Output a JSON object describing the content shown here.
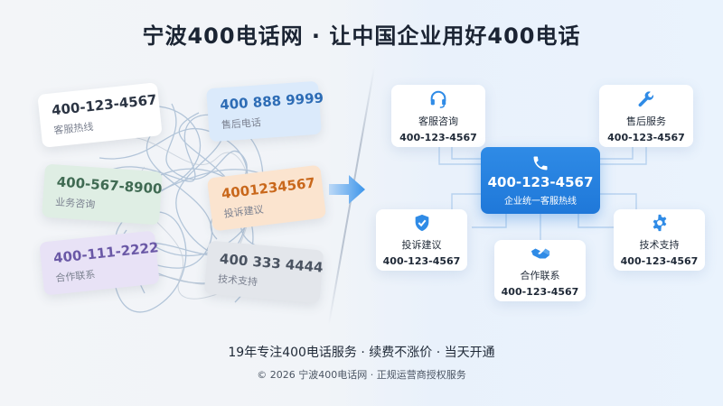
{
  "header": {
    "title": "宁波400电话网 · 让中国企业用好400电话"
  },
  "left_cards": [
    {
      "number": "400-123-4567",
      "label": "客服热线"
    },
    {
      "number": "400 888 9999",
      "label": "售后电话"
    },
    {
      "number": "400-567-8900",
      "label": "业务咨询"
    },
    {
      "number": "4001234567",
      "label": "投诉建议"
    },
    {
      "number": "400-111-2222",
      "label": "合作联系"
    },
    {
      "number": "400 333 4444",
      "label": "技术支持"
    }
  ],
  "hub": {
    "number": "400-123-4567",
    "label": "企业统一客服热线",
    "icon": "phone-icon"
  },
  "nodes": [
    {
      "label": "客服咨询",
      "number": "400-123-4567",
      "icon": "headset-icon"
    },
    {
      "label": "售后服务",
      "number": "400-123-4567",
      "icon": "wrench-icon"
    },
    {
      "label": "投诉建议",
      "number": "400-123-4567",
      "icon": "shield-check-icon"
    },
    {
      "label": "合作联系",
      "number": "400-123-4567",
      "icon": "handshake-icon"
    },
    {
      "label": "技术支持",
      "number": "400-123-4567",
      "icon": "gear-icon"
    }
  ],
  "tagline": "19年专注400电话服务 · 续费不涨价 · 当天开通",
  "footer": "© 2026 宁波400电话网 · 正规运营商授权服务",
  "colors": {
    "accent": "#1f78d9",
    "icon_blue": "#2f8be6"
  }
}
